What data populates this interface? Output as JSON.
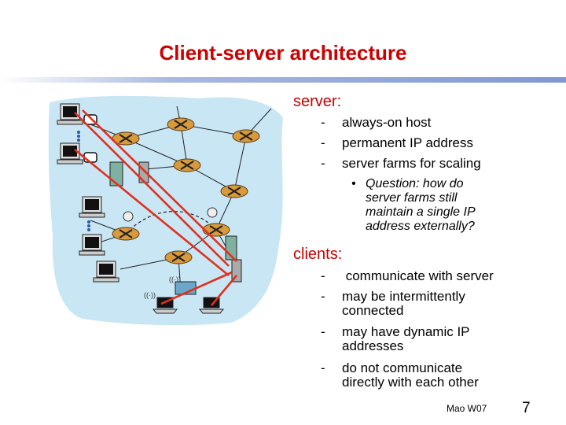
{
  "slide": {
    "title": "Client-server architecture",
    "server_heading": "server:",
    "server_points": [
      {
        "dash": "-",
        "text": "always-on host"
      },
      {
        "dash": "-",
        "text": "permanent IP address"
      },
      {
        "dash": "-",
        "text": "server farms for scaling"
      }
    ],
    "question": {
      "bullet": "•",
      "lines": [
        "Question: how do",
        "server farms still",
        "maintain a single IP",
        "address externally?"
      ]
    },
    "clients_heading": "clients:",
    "client_points": [
      {
        "dash": "-",
        "lines": [
          " communicate with server"
        ]
      },
      {
        "dash": "-",
        "lines": [
          "may be intermittently",
          "connected"
        ]
      },
      {
        "dash": "-",
        "lines": [
          "may have dynamic IP",
          "addresses"
        ]
      },
      {
        "dash": "-",
        "lines": [
          "do not communicate",
          "directly with each other"
        ]
      }
    ],
    "footer": "Mao W07",
    "page_number": "7"
  },
  "colors": {
    "title": "#cc0000",
    "cloud": "#c9e6f5",
    "router": "#d99a3a",
    "arrow": "#e0301e"
  }
}
